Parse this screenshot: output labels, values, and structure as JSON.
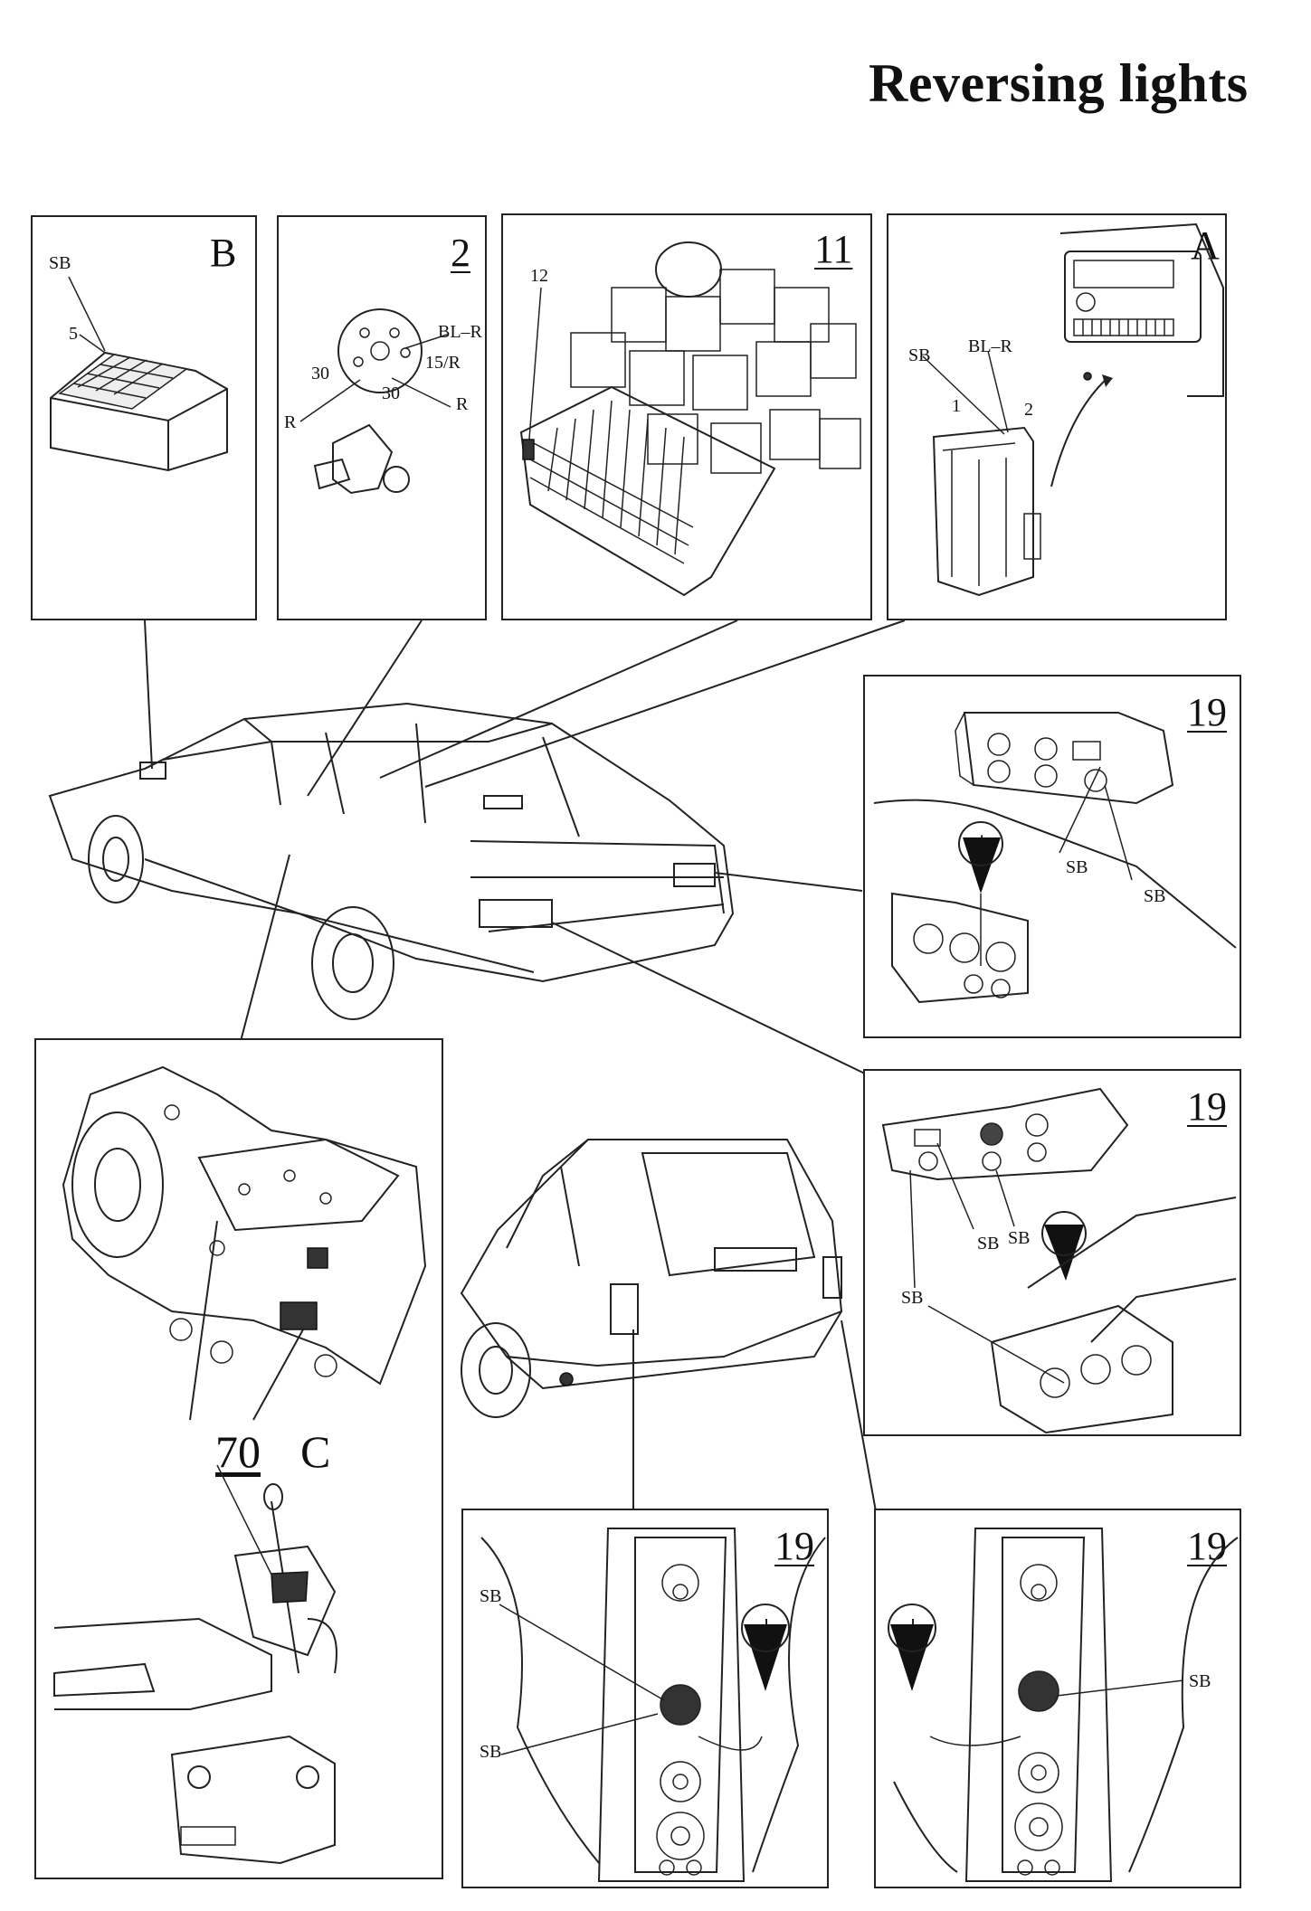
{
  "title": "Reversing lights",
  "panels": {
    "B": {
      "label": "B",
      "sb": "SB",
      "num": "5"
    },
    "p2": {
      "label": "2",
      "bl_r": "BL–R",
      "t15": "15/R",
      "t30a": "30",
      "t30b": "30",
      "r1": "R",
      "r2": "R"
    },
    "p11": {
      "label": "11",
      "num": "12"
    },
    "A": {
      "label": "A",
      "sb": "SB",
      "bl_r": "BL–R",
      "n1": "1",
      "n2": "2"
    },
    "p19a": {
      "label": "19",
      "sb1": "SB",
      "sb2": "SB"
    },
    "p19b": {
      "label": "19",
      "sb1": "SB",
      "sb2": "SB",
      "sb3": "SB"
    },
    "gearbox": {
      "label70": "70",
      "labelC": "C"
    },
    "p19c": {
      "label": "19",
      "sb1": "SB",
      "sb2": "SB"
    },
    "p19d": {
      "label": "19",
      "sb1": "SB"
    }
  },
  "ground_symbol": "⊥"
}
